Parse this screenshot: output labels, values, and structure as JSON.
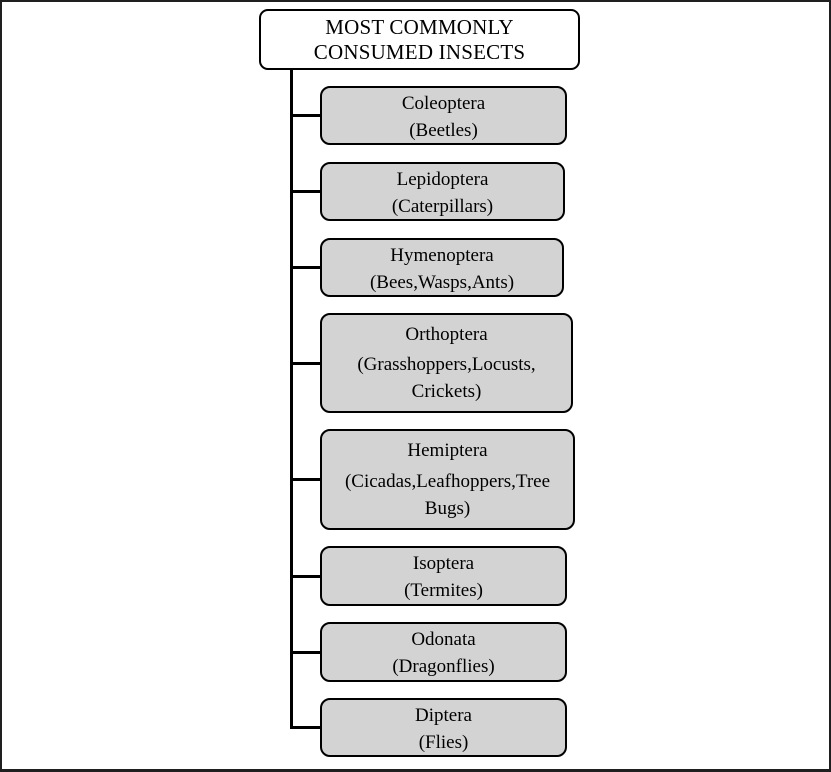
{
  "diagram": {
    "title": {
      "line1": "MOST COMMONLY",
      "line2": "CONSUMED INSECTS"
    },
    "nodes": [
      {
        "name": "Coleoptera",
        "common": "(Beetles)"
      },
      {
        "name": "Lepidoptera",
        "common": "(Caterpillars)"
      },
      {
        "name": "Hymenoptera",
        "common": "(Bees,Wasps,Ants)"
      },
      {
        "name": "Orthoptera",
        "common": "(Grasshoppers,Locusts, Crickets)"
      },
      {
        "name": "Hemiptera",
        "common": "(Cicadas,Leafhoppers,Tree Bugs)"
      },
      {
        "name": "Isoptera",
        "common": "(Termites)"
      },
      {
        "name": "Odonata",
        "common": "(Dragonflies)"
      },
      {
        "name": "Diptera",
        "common": "(Flies)"
      }
    ],
    "colors": {
      "node_fill": "#d3d3d3",
      "node_border": "#000000",
      "root_fill": "#ffffff",
      "connector": "#000000",
      "background": "#ffffff"
    }
  }
}
